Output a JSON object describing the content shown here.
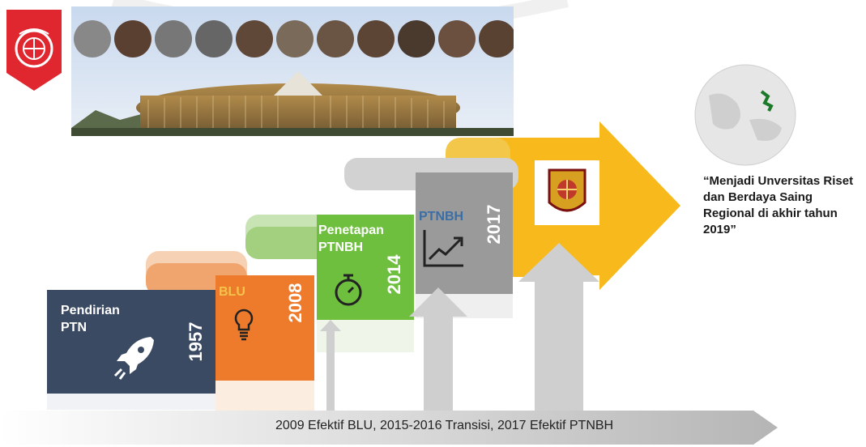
{
  "steps": [
    {
      "label_line1": "Pendirian",
      "label_line2": "PTN",
      "year": "1957",
      "icon": "rocket-icon",
      "color": "#3b4a63"
    },
    {
      "label_line1": "BLU",
      "label_line2": "",
      "year": "2008",
      "icon": "lightbulb-icon",
      "color": "#ee7a2c"
    },
    {
      "label_line1": "Penetapan",
      "label_line2": "PTNBH",
      "year": "2014",
      "icon": "stopwatch-icon",
      "color": "#6fbf3f"
    },
    {
      "label_line1": "PTNBH",
      "label_line2": "",
      "year": "2017",
      "icon": "trend-chart-icon",
      "color": "#9a9a9a"
    }
  ],
  "vision_text": "“Menjadi Unversitas Riset dan Berdaya Saing Regional di akhir tahun 2019”",
  "footer_text": "2009 Efektif BLU, 2015-2016 Transisi, 2017 Efektif PTNBH",
  "colors": {
    "arrow": "#f7b91b",
    "accent_red": "#e0262f",
    "footer_arrow": "#d9d9d9"
  }
}
